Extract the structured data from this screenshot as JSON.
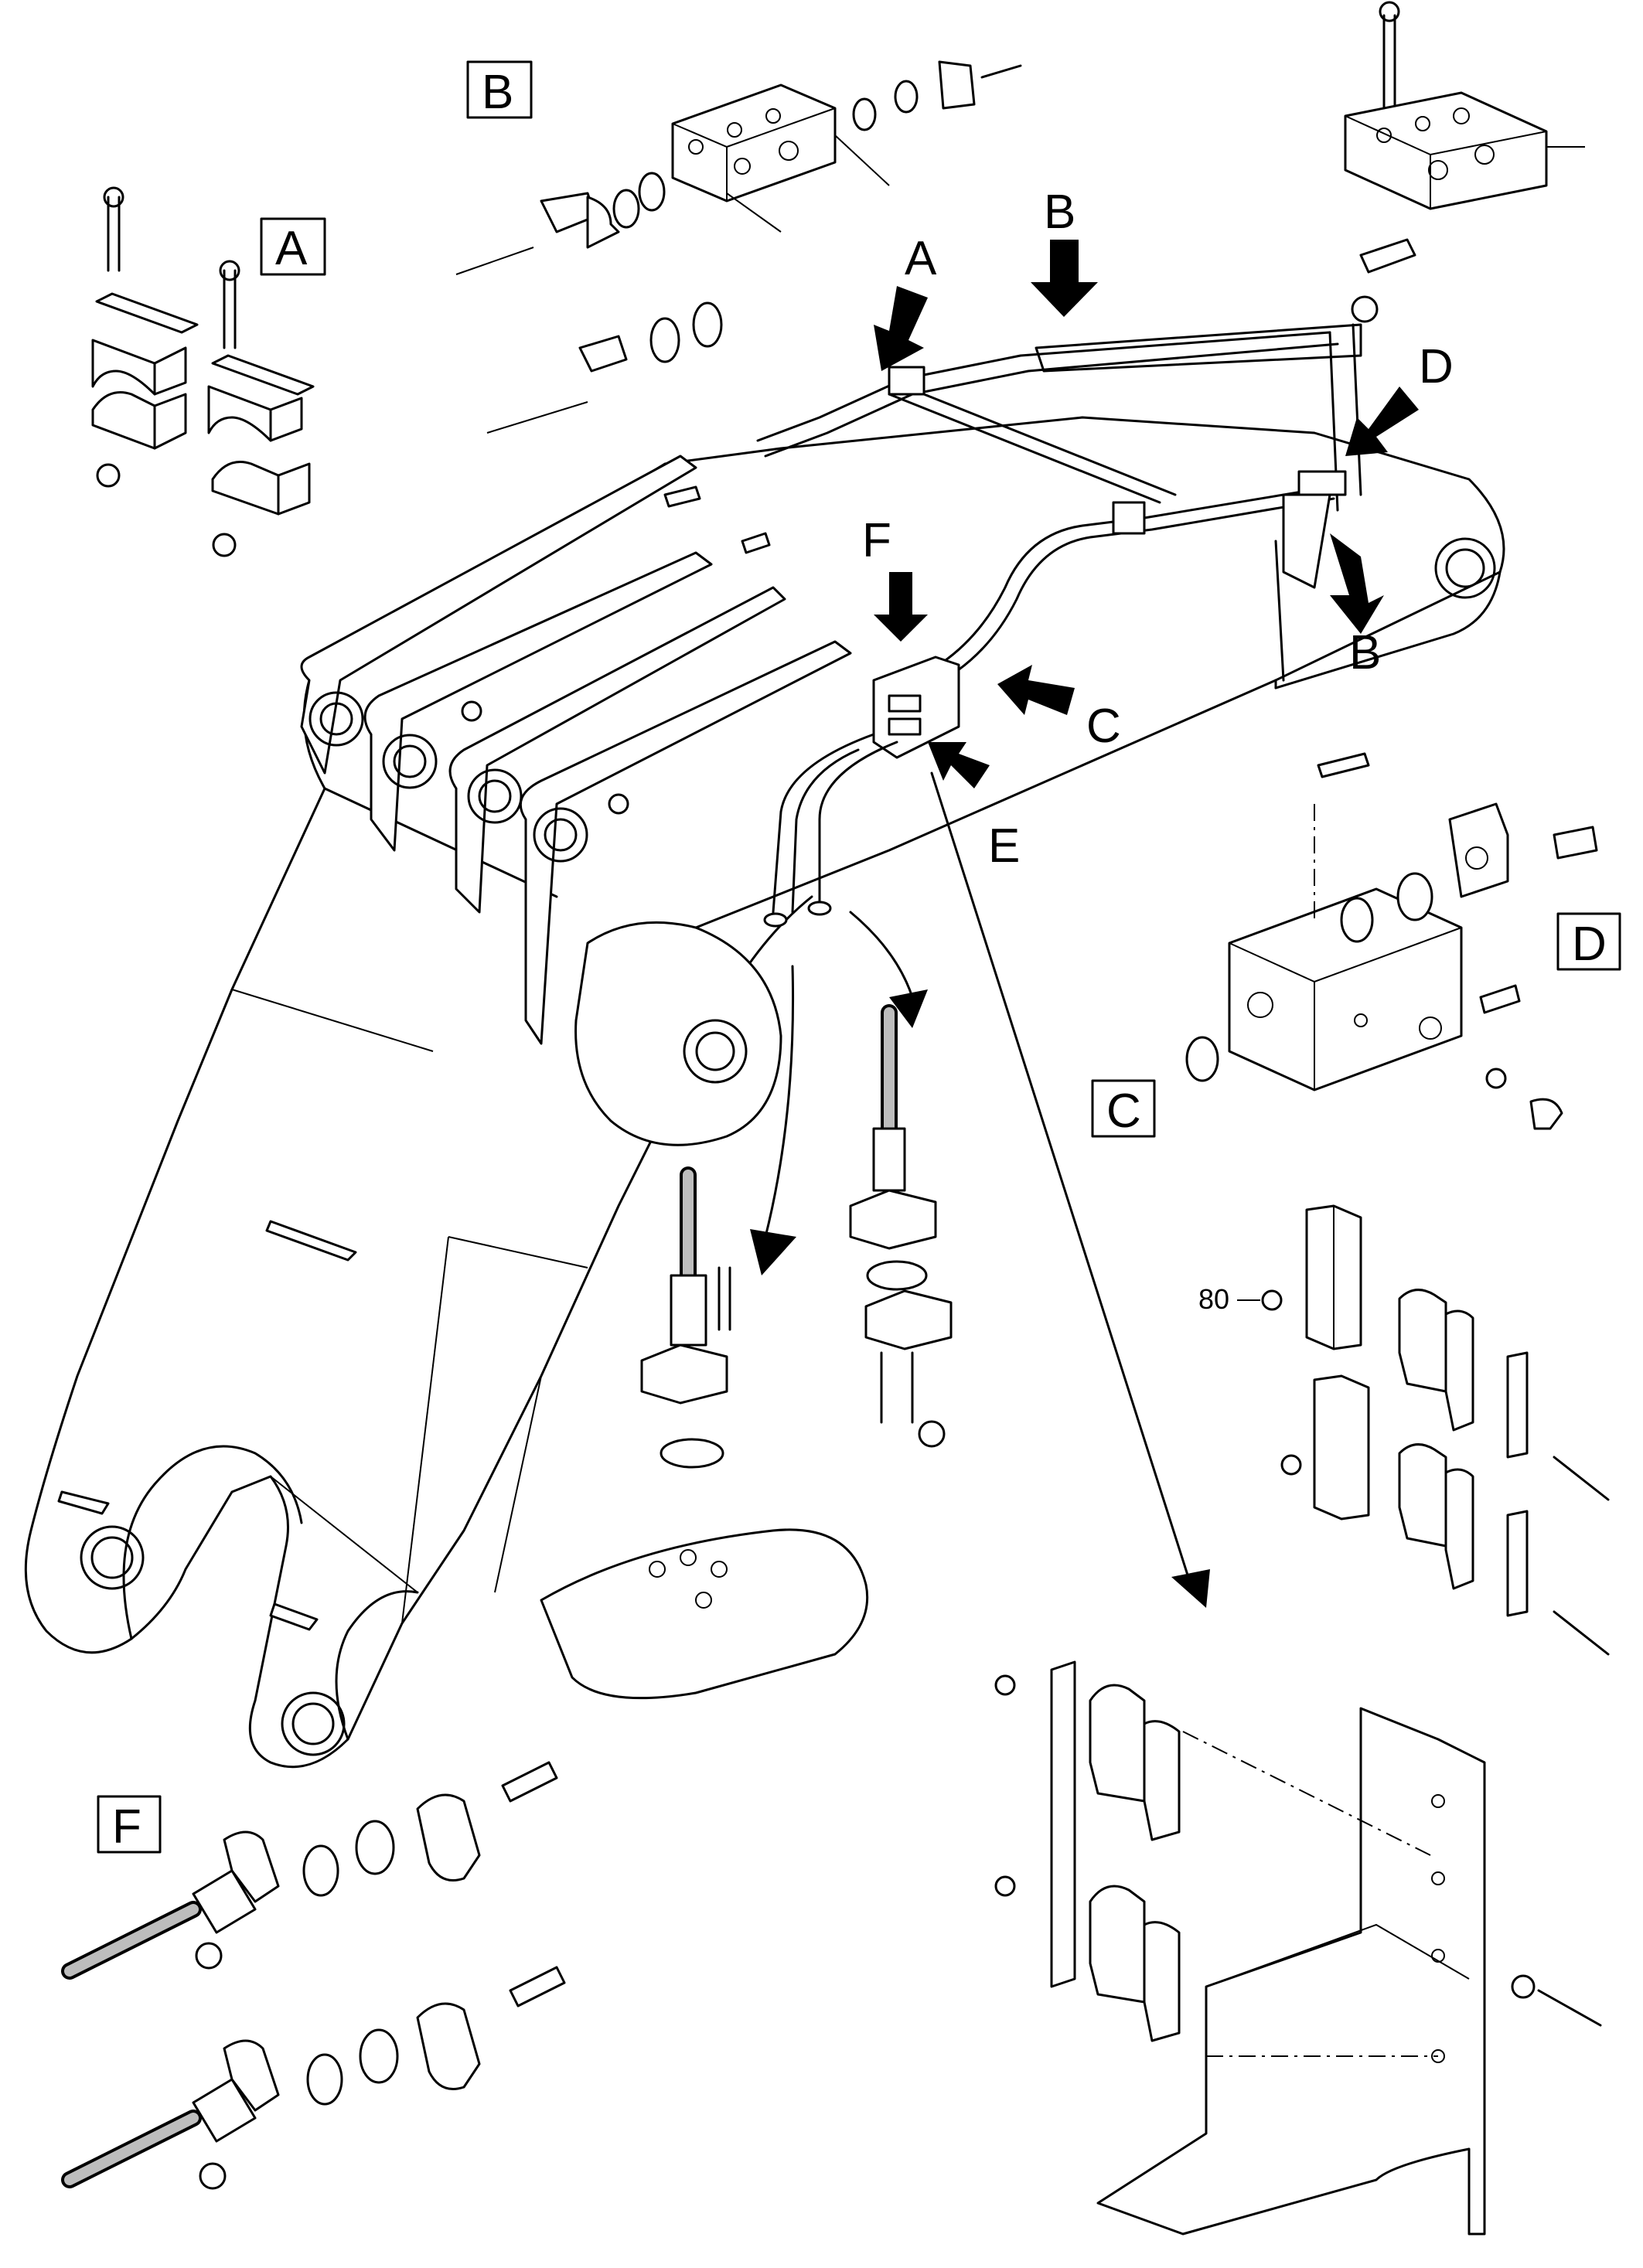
{
  "detail_boxes": {
    "A": "A",
    "B": "B",
    "C": "C",
    "D": "D",
    "F": "F"
  },
  "arrow_callouts": {
    "A": "A",
    "B_top": "B",
    "B_right": "B",
    "C": "C",
    "D": "D",
    "E": "E",
    "F": "F"
  },
  "part_number": "80"
}
